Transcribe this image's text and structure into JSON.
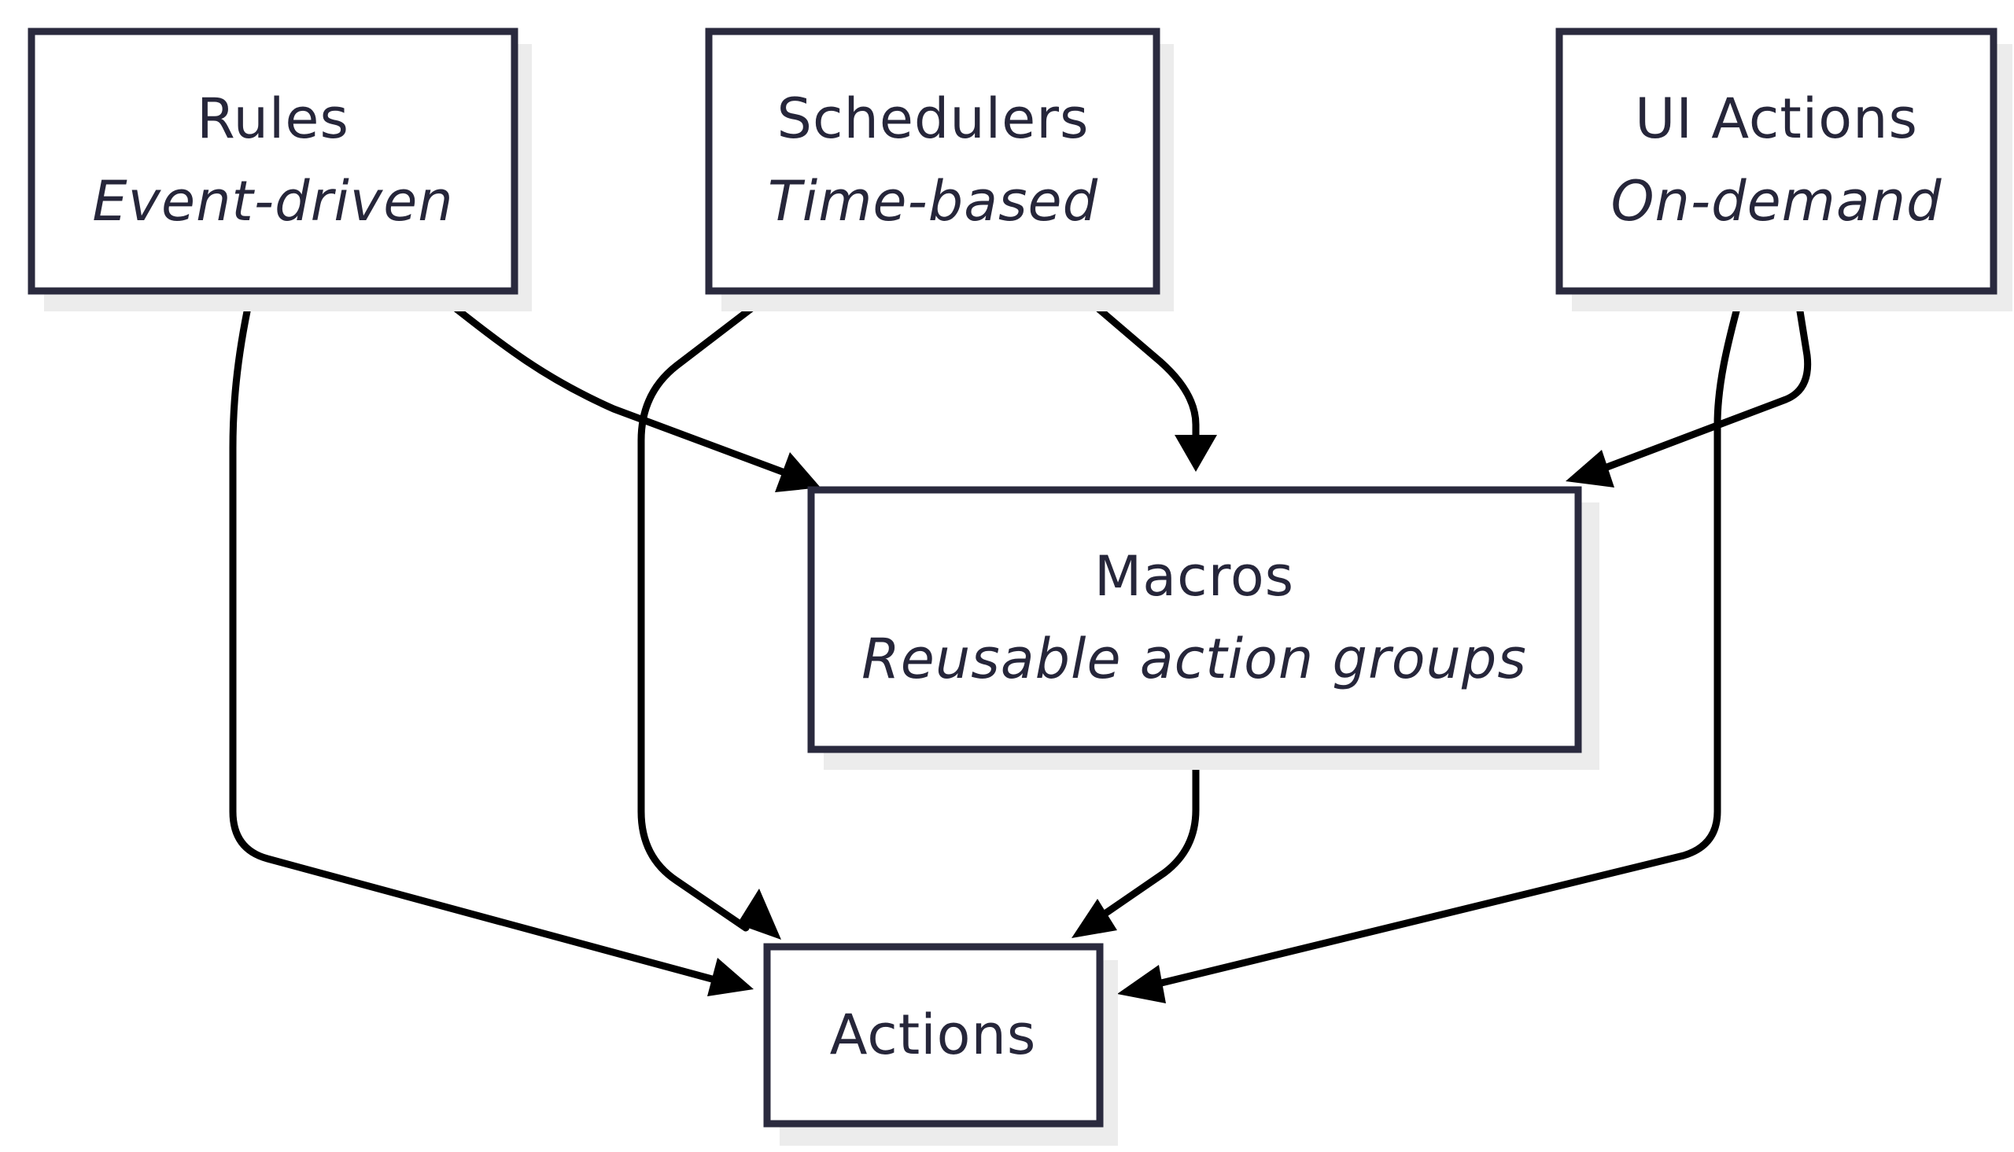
{
  "diagram": {
    "nodes": {
      "rules": {
        "title": "Rules",
        "subtitle": "Event-driven"
      },
      "schedulers": {
        "title": "Schedulers",
        "subtitle": "Time-based"
      },
      "ui_actions": {
        "title": "UI Actions",
        "subtitle": "On-demand"
      },
      "macros": {
        "title": "Macros",
        "subtitle": "Reusable action groups"
      },
      "actions": {
        "title": "Actions"
      }
    },
    "edges": [
      {
        "from": "rules",
        "to": "actions"
      },
      {
        "from": "rules",
        "to": "macros"
      },
      {
        "from": "schedulers",
        "to": "actions"
      },
      {
        "from": "schedulers",
        "to": "macros"
      },
      {
        "from": "ui_actions",
        "to": "actions"
      },
      {
        "from": "ui_actions",
        "to": "macros"
      },
      {
        "from": "macros",
        "to": "actions"
      }
    ],
    "colors": {
      "node_border": "#2a2a3e",
      "node_fill": "#ffffff",
      "node_shadow": "#ececec",
      "edge": "#000000",
      "text": "#26263a"
    }
  }
}
